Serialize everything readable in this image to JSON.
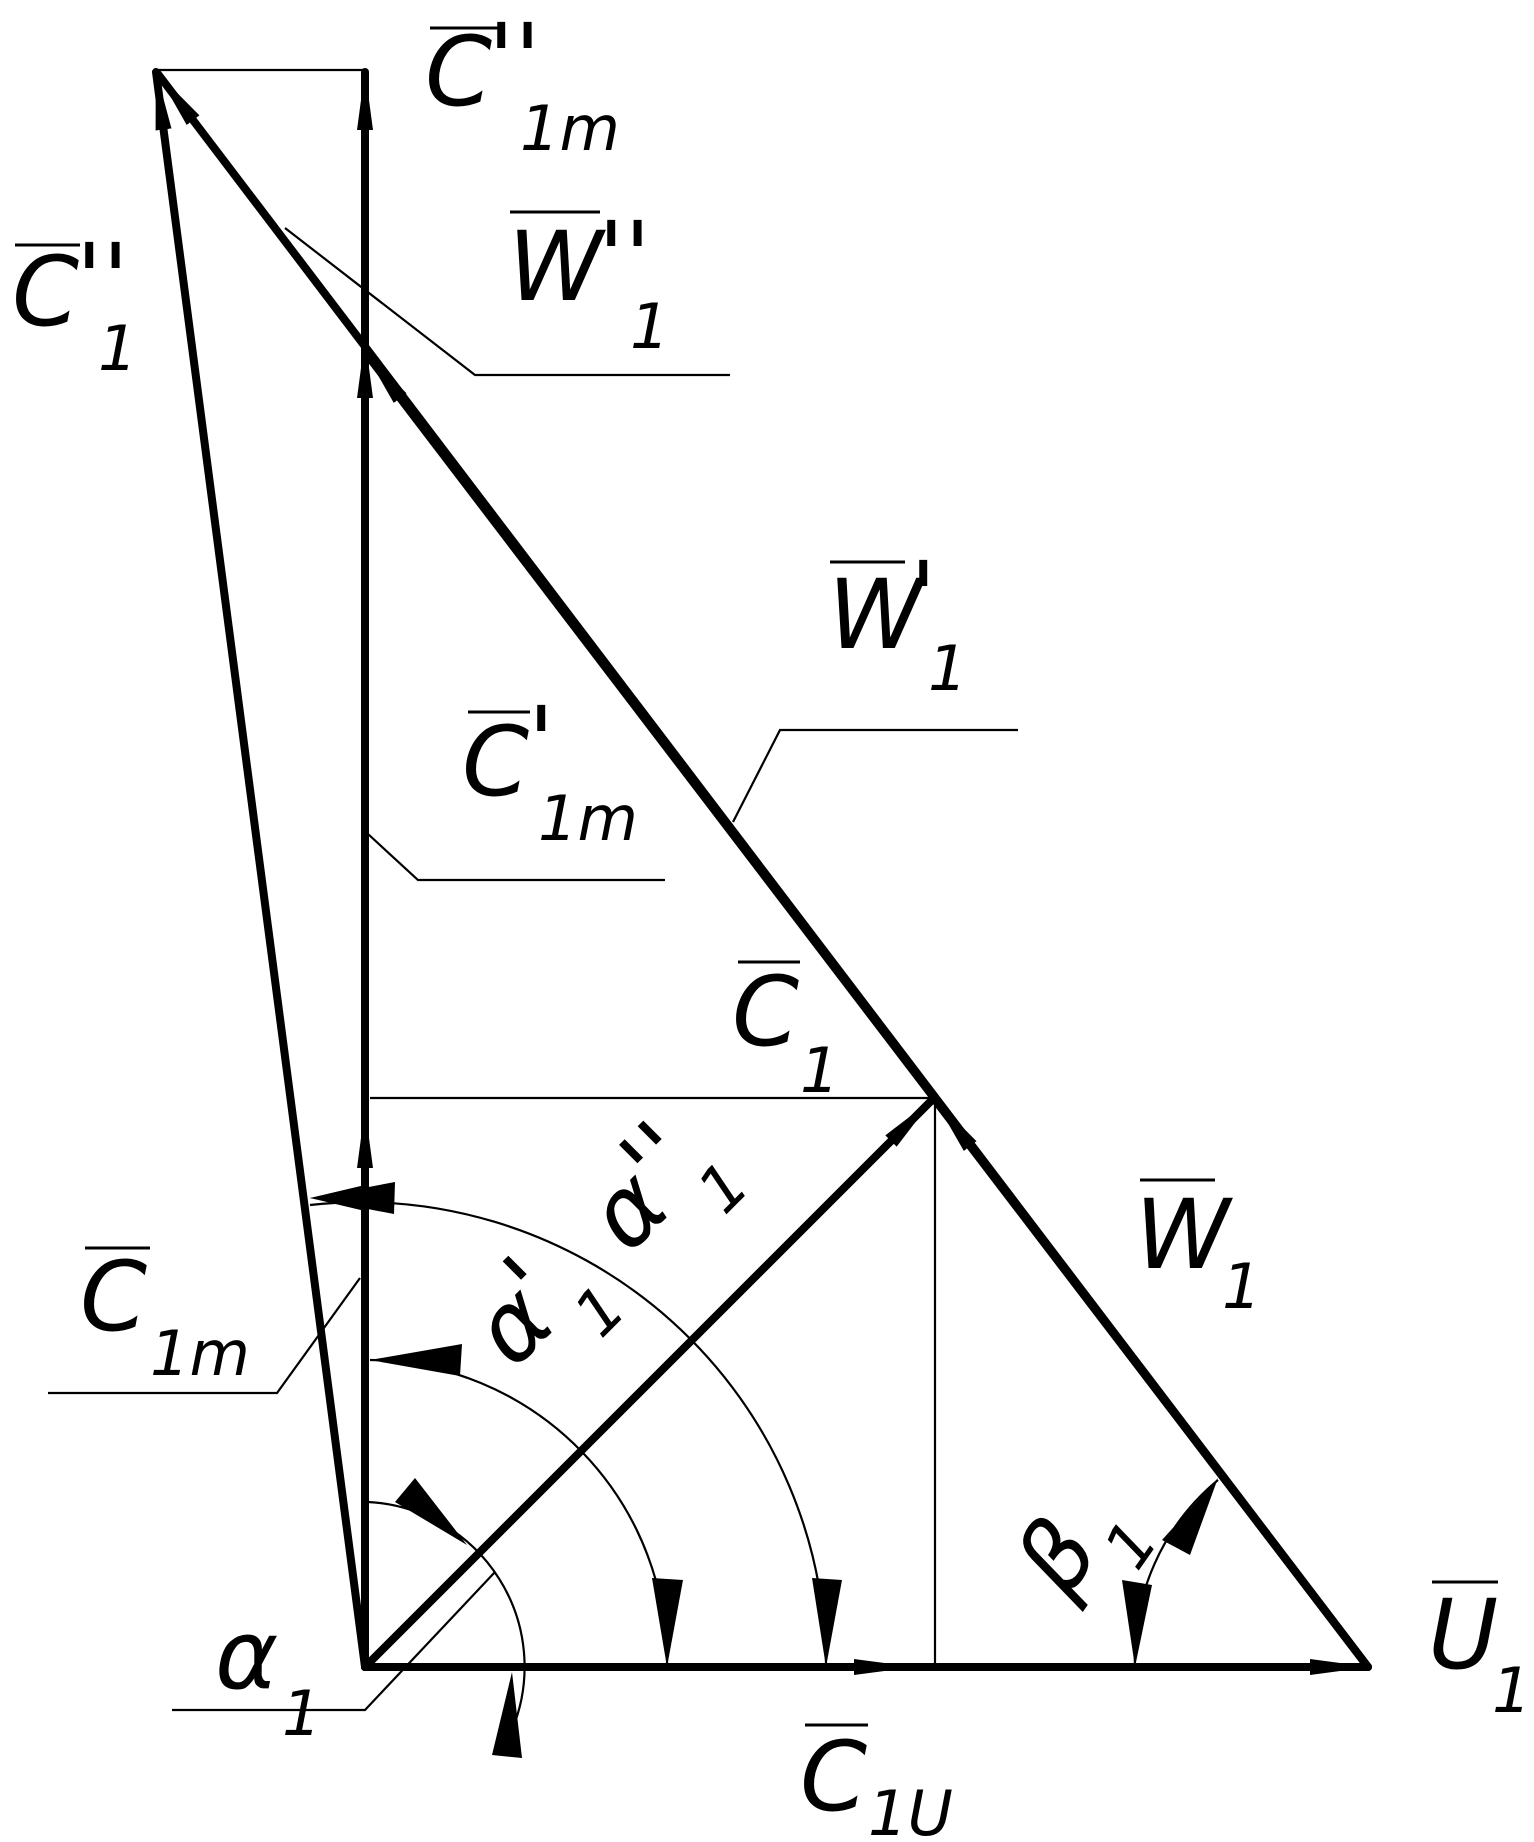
{
  "diagram": {
    "title": "",
    "colors": {
      "line": "#000000",
      "background": "#ffffff"
    },
    "labels": {
      "c1m_dd": {
        "main": "C",
        "prime": "''",
        "sub": "1m"
      },
      "c1_dd": {
        "main": "C",
        "prime": "''",
        "sub": "1"
      },
      "w1_dd": {
        "main": "W",
        "prime": "''",
        "sub": "1"
      },
      "w1_d": {
        "main": "W",
        "prime": "'",
        "sub": "1"
      },
      "c1m_d": {
        "main": "C",
        "prime": "'",
        "sub": "1m"
      },
      "c1": {
        "main": "C",
        "prime": "",
        "sub": "1"
      },
      "alpha1_dd": {
        "main": "α",
        "prime": "''",
        "sub": "1"
      },
      "alpha1_d": {
        "main": "α",
        "prime": "'",
        "sub": "1"
      },
      "w1": {
        "main": "W",
        "prime": "",
        "sub": "1"
      },
      "c1m": {
        "main": "C",
        "prime": "",
        "sub": "1m"
      },
      "beta1": {
        "main": "β",
        "prime": "",
        "sub": "1"
      },
      "alpha1": {
        "main": "α",
        "prime": "",
        "sub": "1"
      },
      "u1": {
        "main": "U",
        "prime": "",
        "sub": "1"
      },
      "c1u": {
        "main": "C",
        "prime": "",
        "sub": "1U"
      }
    }
  }
}
